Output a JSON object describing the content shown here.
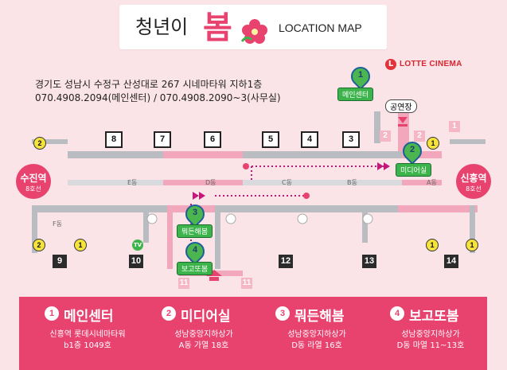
{
  "header": {
    "title_prefix": "청년이",
    "title_highlight": "봄",
    "title_en": "LOCATION MAP"
  },
  "address": {
    "line1": "경기도 성남시 수정구 산성대로 267 시네마타워 지하1층",
    "line2": "070.4908.2094(메인센터) / 070.4908.2090~3(사무실)"
  },
  "lotte": {
    "logo_letter": "L",
    "name": "LOTTE CINEMA"
  },
  "theater_label": "공연장",
  "stations": {
    "left": {
      "name": "수진역",
      "line": "8호선"
    },
    "right": {
      "name": "신흥역",
      "line": "8호선"
    }
  },
  "zones": [
    "F동",
    "E동",
    "D동",
    "C동",
    "B동",
    "A동"
  ],
  "top_shops": [
    "8",
    "7",
    "6",
    "5",
    "4",
    "3"
  ],
  "bottom_shops": [
    "9",
    "10",
    "12",
    "13",
    "14"
  ],
  "exits": [
    "1",
    "2",
    "2",
    "1",
    "2",
    "1",
    "1",
    "2",
    "11",
    "11"
  ],
  "tv_label": "TV",
  "places": [
    {
      "num": "1",
      "name": "메인센터",
      "addr1": "신흥역 롯데시네마타워",
      "addr2": "b1층 1049호"
    },
    {
      "num": "2",
      "name": "미디어실",
      "addr1": "성남중앙지하상가",
      "addr2": "A동 가열 18호"
    },
    {
      "num": "3",
      "name": "뭐든해봄",
      "addr1": "성남중앙지하상가",
      "addr2": "D동 라열 16호"
    },
    {
      "num": "4",
      "name": "보고또봄",
      "addr1": "성남중앙지하상가",
      "addr2": "D동 마열 11~13호"
    }
  ],
  "colors": {
    "accent": "#e8426f",
    "pin": "#4bb54f",
    "background": "#fbe4e7"
  }
}
